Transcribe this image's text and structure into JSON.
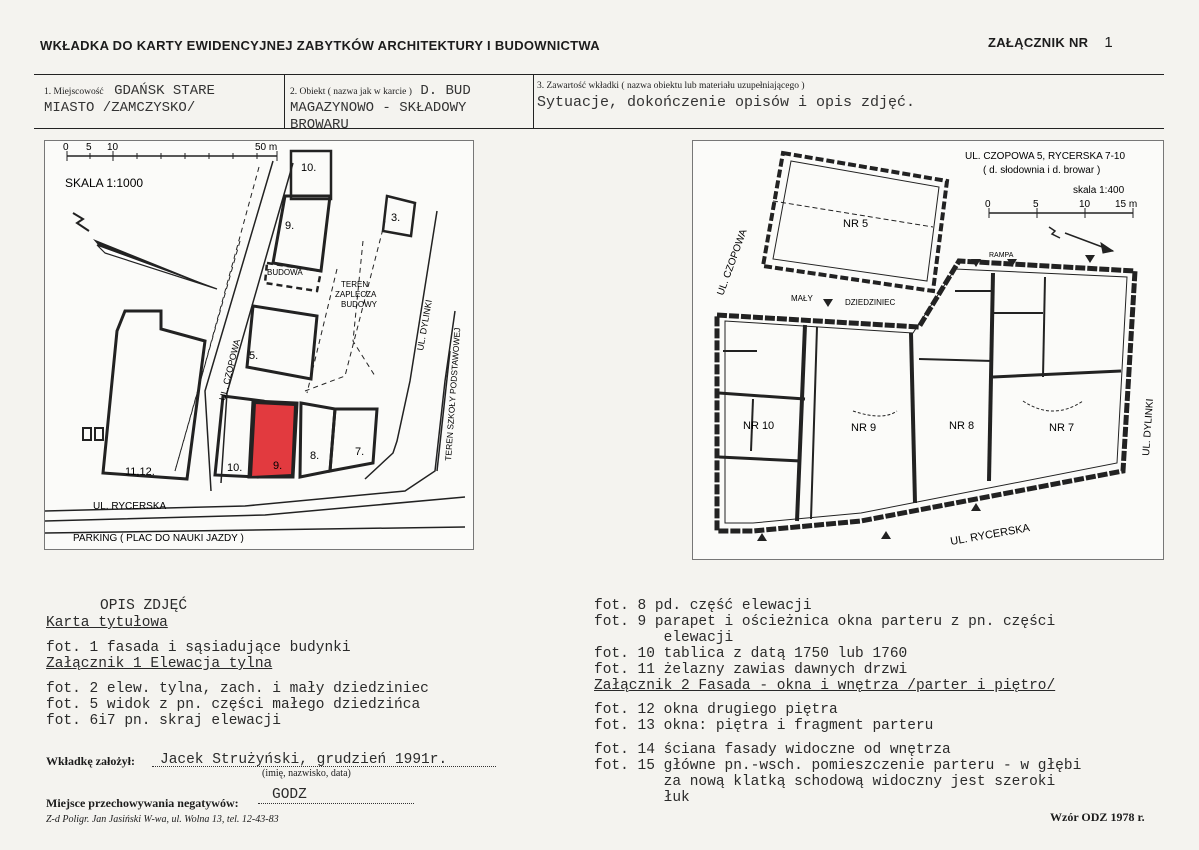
{
  "header": {
    "title": "WKŁADKA DO KARTY EWIDENCYJNEJ ZABYTKÓW ARCHITEKTURY I BUDOWNICTWA",
    "annex_label": "ZAŁĄCZNIK NR",
    "annex_number": "1"
  },
  "fields": {
    "location_label": "1. Miejscowość",
    "location_value_1": "GDAŃSK STARE",
    "location_value_2": "MIASTO /ZAMCZYSKO/",
    "object_label": "2. Obiekt ( nazwa jak w karcie )",
    "object_value_1": "D. BUD",
    "object_value_2": "MAGAZYNOWO - SKŁADOWY",
    "object_value_3": "BROWARU",
    "content_label": "3. Zawartość wkładki ( nazwa obiektu lub materiału uzupełniającego )",
    "content_value": "Sytuacje, dokończenie opisów i opis zdjęć."
  },
  "site_map": {
    "scale_ticks": [
      "0",
      "5",
      "10",
      "50 m"
    ],
    "scale_label": "SKALA 1:1000",
    "buildings": [
      "10.",
      "9.",
      "3.",
      "5.",
      "11,12.",
      "10.",
      "9.",
      "8.",
      "7."
    ],
    "labels": {
      "budowa": "BUDOWA",
      "teren_1": "TEREN",
      "teren_2": "ZAPLECZA",
      "teren_3": "BUDOWY",
      "czopowa": "UL. CZOPOWA",
      "dylinki": "UL. DYLINKI",
      "rycerska": "UL. RYCERSKA",
      "school": "TEREN SZKOŁY PODSTAWOWEJ",
      "parking": "PARKING ( PLAC DO NAUKI JAZDY )"
    },
    "highlight_color": "#e23a3f"
  },
  "floor_plan": {
    "title_1": "UL. CZOPOWA 5, RYCERSKA 7-10",
    "title_2": "( d. słodownia i d. browar )",
    "scale_label": "skala 1:400",
    "scale_ticks": [
      "0",
      "5",
      "10",
      "15 m"
    ],
    "rooms": [
      "NR 5",
      "NR 10",
      "NR 9",
      "NR 8",
      "NR 7"
    ],
    "labels": {
      "rampa": "RAMPA",
      "maly": "MAŁY",
      "dziedziniec": "DZIEDZINIEC",
      "czopowa": "UL. CZOPOWA",
      "dylinki": "UL. DYLINKI",
      "rycerska": "UL. RYCERSKA"
    }
  },
  "photos": {
    "heading": "OPIS ZDJĘĆ",
    "title_card": "Karta tytułowa",
    "items_left": [
      "fot. 1 fasada i sąsiadujące budynki",
      "Załącznik 1 Elewacja tylna",
      "fot. 2 elew. tylna, zach. i mały dziedziniec",
      "fot. 5 widok z pn. części małego dziedzińca",
      "fot. 6i7 pn. skraj elewacji"
    ],
    "items_right": [
      "fot. 8 pd. część elewacji",
      "fot. 9 parapet i ościeżnica okna parteru z pn. części",
      "        elewacji",
      "fot. 10 tablica z datą 1750 lub 1760",
      "fot. 11 żelazny zawias dawnych drzwi",
      "Załącznik 2 Fasada - okna i wnętrza /parter i piętro/",
      "fot. 12 okna drugiego piętra",
      "fot. 13 okna: piętra i fragment parteru",
      "fot. 14 ściana fasady widoczne od wnętrza",
      "fot. 15 główne pn.-wsch. pomieszczenie parteru - w głębi",
      "        za nową klatką schodową widoczny jest szeroki",
      "        łuk"
    ]
  },
  "footer": {
    "founder_label": "Wkładkę założył:",
    "founder_value": "Jacek Strużyński, grudzień 1991r.",
    "founder_hint": "(imię, nazwisko, data)",
    "storage_label": "Miejsce przechowywania negatywów:",
    "storage_value": "GODZ",
    "printer": "Z-d Poligr. Jan Jasiński W-wa, ul. Wolna 13, tel. 12-43-83",
    "form_code": "Wzór ODZ 1978 r."
  }
}
